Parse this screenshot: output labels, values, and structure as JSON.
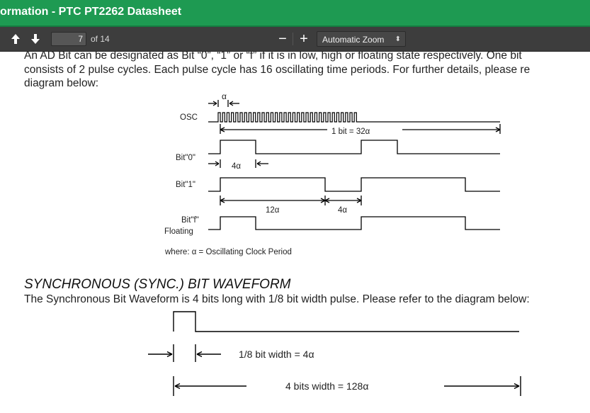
{
  "window": {
    "title": "ormation - PTC PT2262 Datasheet"
  },
  "toolbar": {
    "prev_icon": "arrow-up-icon",
    "next_icon": "arrow-down-icon",
    "page_number": "7",
    "page_count": "of 14",
    "zoom_out": "−",
    "zoom_in": "+",
    "zoom_value": "Automatic Zoom",
    "zoom_caret": "⬍"
  },
  "document": {
    "para1_line1": "An AD Bit can be designated as Bit “0”, “1” or “f” if it is in low, high or floating state respectively. One bit",
    "para1_line2": "consists of 2 pulse cycles. Each pulse cycle has 16 oscillating time periods. For further details, please re",
    "para1_line3": "diagram below:",
    "diagram1": {
      "alpha": "α",
      "osc": "OSC",
      "one_bit": "1 bit = 32α",
      "bit0": "Bit\"0\"",
      "four_alpha": "4α",
      "bit1": "Bit\"1\"",
      "twelve_alpha": "12α",
      "four_alpha_2": "4α",
      "bitf": "Bit\"f\"",
      "floating": "Floating",
      "where": "where: α = Oscillating Clock Period"
    },
    "section_heading": "SYNCHRONOUS (SYNC.) BIT WAVEFORM",
    "para2": "The Synchronous Bit Waveform is 4 bits long with 1/8 bit width pulse. Please refer to the diagram below:",
    "diagram2": {
      "pulse_width": "1/8 bit width = 4α",
      "total_width": "4 bits width = 128α"
    }
  }
}
